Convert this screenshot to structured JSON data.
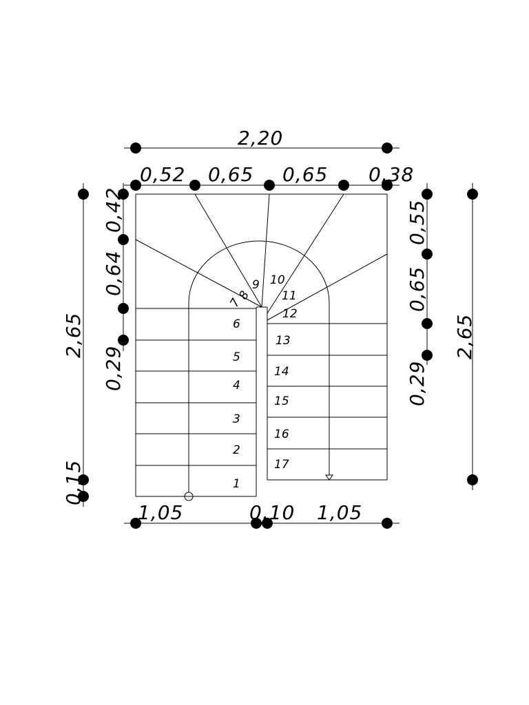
{
  "dimensions": {
    "total_width": "2,20",
    "top_segments": [
      "0,52",
      "0,65",
      "0,65",
      "0,38"
    ],
    "bottom_segments": [
      "1,05",
      "0,10",
      "1,05"
    ],
    "left_total": "2,65",
    "left_segments": [
      "0,42",
      "0,64",
      "0,29",
      "0,15"
    ],
    "right_total": "2,65",
    "right_segments": [
      "0,55",
      "0,65",
      "0,29"
    ]
  },
  "steps": [
    "1",
    "2",
    "3",
    "4",
    "5",
    "6",
    "7",
    "8",
    "9",
    "10",
    "11",
    "12",
    "13",
    "14",
    "15",
    "16",
    "17"
  ]
}
